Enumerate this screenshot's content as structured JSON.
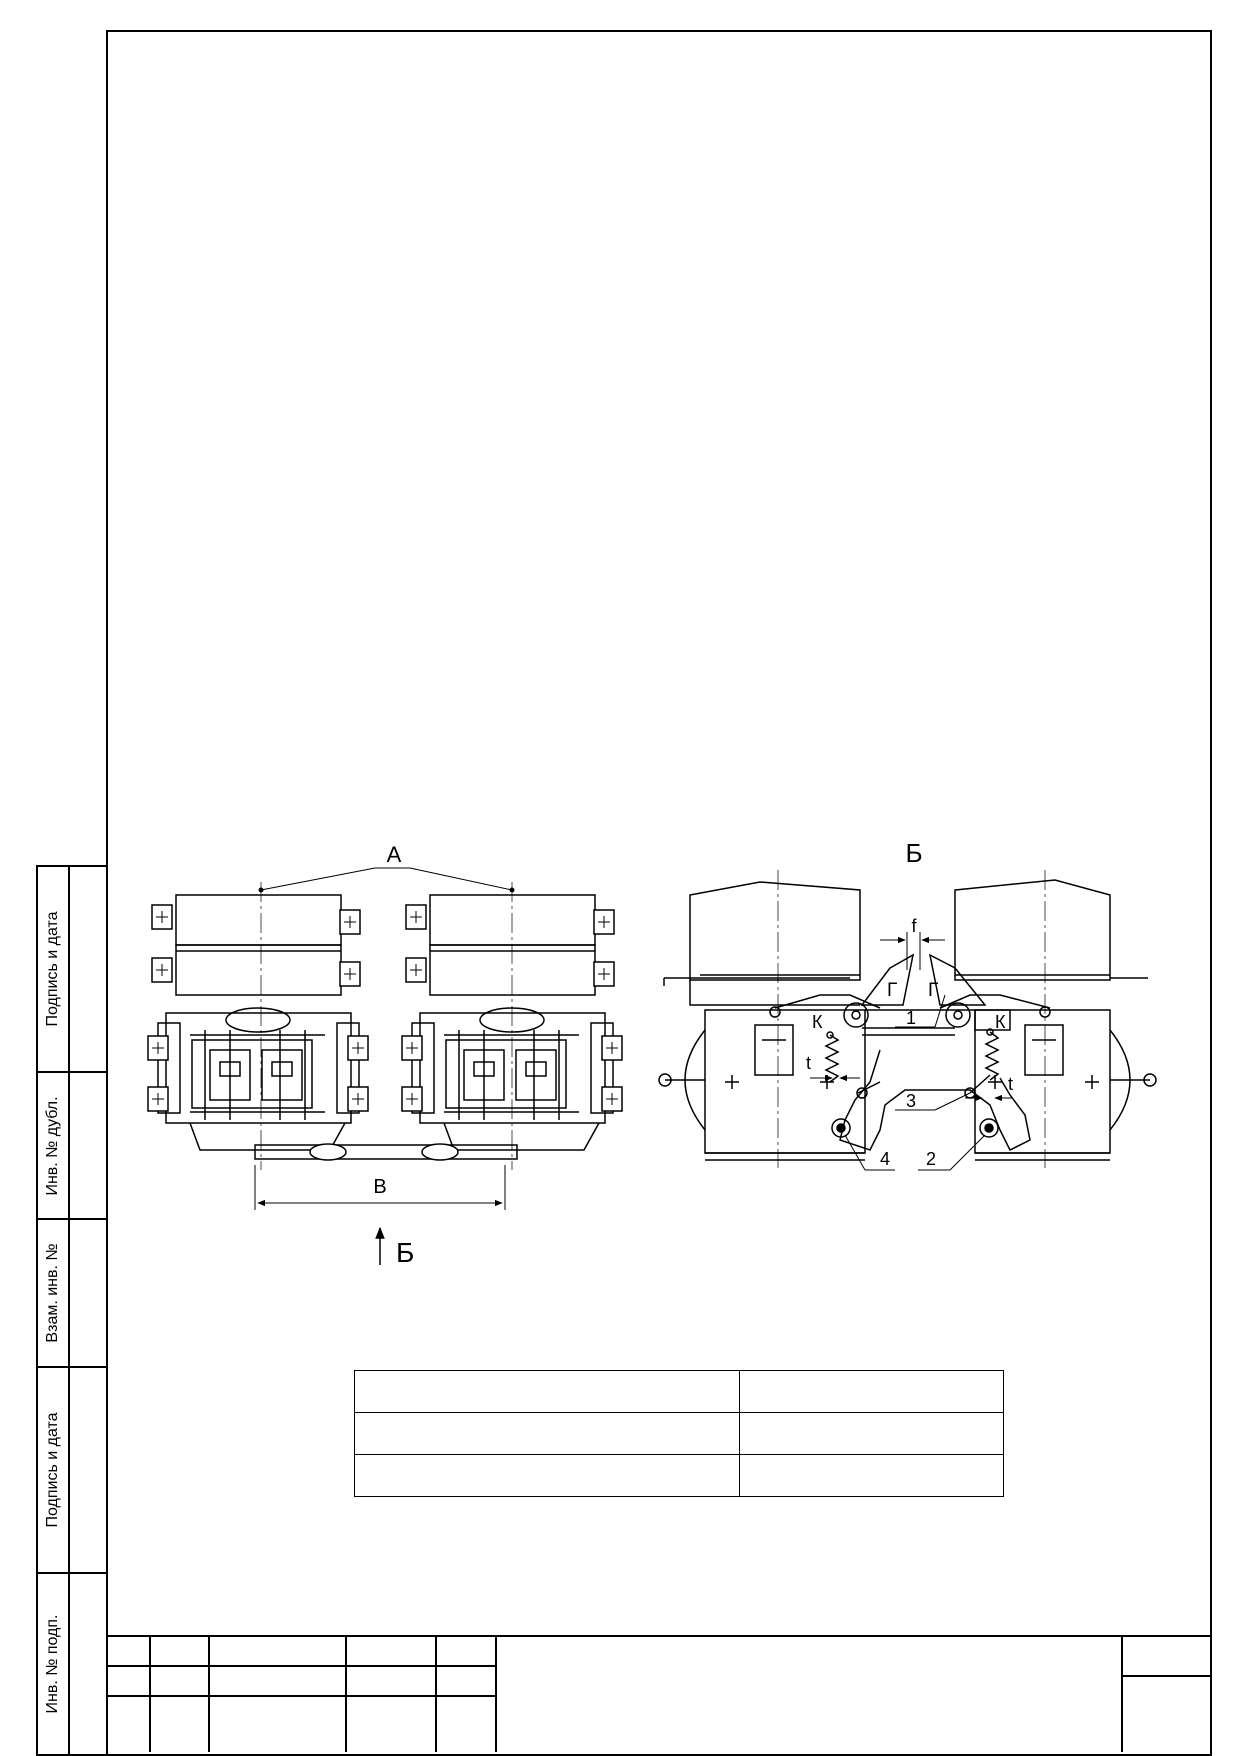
{
  "side_strip": {
    "cells": [
      "Подпись и дата",
      "Инв. № дубл.",
      "Взам. инв. №",
      "Подпись и дата",
      "Инв. № подп."
    ]
  },
  "front_view": {
    "label_a": "А",
    "dim_b": "В",
    "view_arrow_label": "Б"
  },
  "side_view": {
    "title": "Б",
    "gap_f": "f",
    "latch_label": "Г",
    "pivot_label": "К",
    "gap_t": "t",
    "callouts": [
      "1",
      "2",
      "3",
      "4"
    ]
  },
  "parameter_table": {
    "rows": [
      [
        "",
        ""
      ],
      [
        "",
        ""
      ],
      [
        "",
        ""
      ]
    ]
  },
  "title_block": {}
}
